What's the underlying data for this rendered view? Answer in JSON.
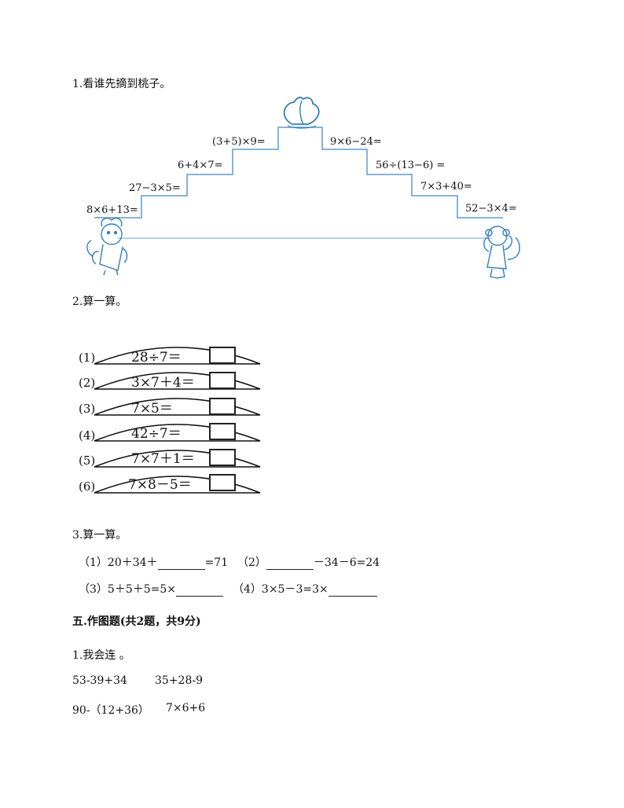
{
  "q1": {
    "title": "1.看谁先摘到桃子。",
    "left_steps": [
      "8×6+13=",
      "27−3×5=",
      "6+4×7=",
      "(3+5)×9="
    ],
    "right_steps": [
      "9×6−24=",
      "56÷(13−6) =",
      "7×3+40=",
      "52−3×4="
    ]
  },
  "q2": {
    "title": "2.算一算。",
    "rows": [
      {
        "num": "(1)",
        "expr": "28÷7＝"
      },
      {
        "num": "(2)",
        "expr": "3×7＋4＝"
      },
      {
        "num": "(3)",
        "expr": "7×5＝"
      },
      {
        "num": "(4)",
        "expr": "42÷7＝"
      },
      {
        "num": "(5)",
        "expr": "7×7＋1＝"
      },
      {
        "num": "(6)",
        "expr": "7×8－5＝"
      }
    ]
  },
  "q3": {
    "title": "3.算一算。",
    "p1_num": "（1）",
    "p1_a": "20＋34＋",
    "p1_b": "=71",
    "p2_num": "（2）",
    "p2_b": "－34－6=24",
    "p3_num": "（3）",
    "p3_a": "5＋5＋5=5×",
    "p4_num": "（4）",
    "p4_a": "3×5－3=3×"
  },
  "section5": {
    "heading": "五.作图题(共2题，共9分)",
    "q1_title": "1.我会连 。",
    "row1_left": "53-39+34",
    "row1_right": "35+28-9",
    "row2_left": "90-（12+36）",
    "row2_right": "7×6+6"
  }
}
